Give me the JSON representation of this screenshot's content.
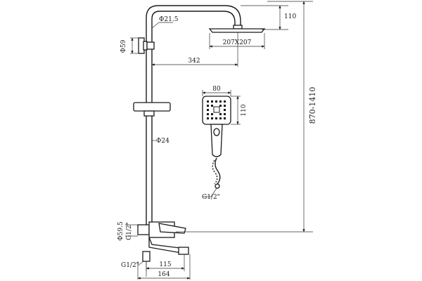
{
  "dimensions": {
    "pipe_diameter": "Φ21.5",
    "flange_diameter": "Φ59",
    "head_size": "207X207",
    "arm_length": "342",
    "rise_height": "110",
    "total_height": "870-1410",
    "handset_width": "80",
    "handset_height": "110",
    "rail_diameter": "Φ24",
    "hose_connection": "G1/2\"",
    "mixer_flange": "Φ59.5",
    "mixer_inlet": "G1/2\"",
    "spout_inlet": "G1/2\"",
    "spout_reach": "115",
    "base_width": "164"
  },
  "colors": {
    "line": "#1a1a1a",
    "background": "#ffffff"
  }
}
